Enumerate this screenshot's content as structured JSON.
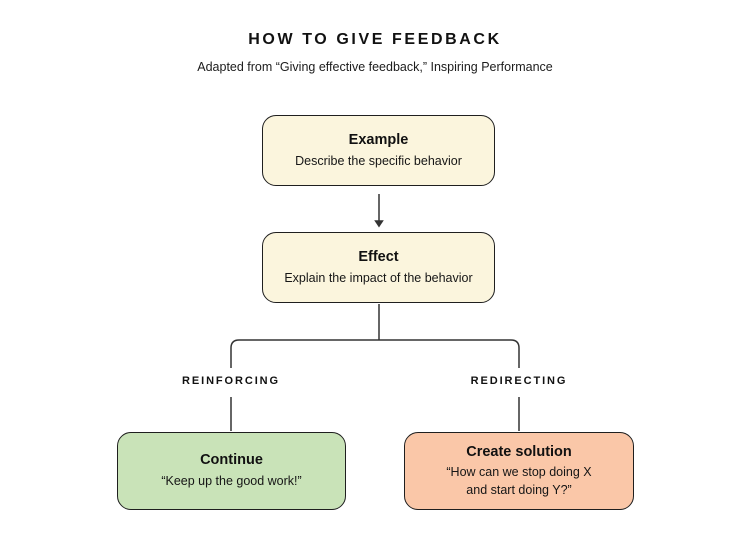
{
  "header": {
    "title": "HOW TO GIVE FEEDBACK",
    "subtitle": "Adapted from “Giving effective feedback,” Inspiring Performance"
  },
  "nodes": {
    "example": {
      "title": "Example",
      "description": "Describe the specific behavior"
    },
    "effect": {
      "title": "Effect",
      "description": "Explain the impact of the behavior"
    },
    "continue": {
      "title": "Continue",
      "description": "“Keep up the good work!”"
    },
    "create_solution": {
      "title": "Create solution",
      "description_lines": [
        "“How can we stop doing X",
        "and start doing Y?”"
      ]
    }
  },
  "branches": {
    "left_label": "REINFORCING",
    "right_label": "REDIRECTING"
  },
  "edges": [
    {
      "from": "example",
      "to": "effect",
      "style": "arrow"
    },
    {
      "from": "effect",
      "to": "continue",
      "via_label": "REINFORCING",
      "style": "line"
    },
    {
      "from": "effect",
      "to": "create_solution",
      "via_label": "REDIRECTING",
      "style": "line"
    }
  ],
  "colors": {
    "node_example_bg": "#FBF5DD",
    "node_effect_bg": "#FBF5DD",
    "node_continue_bg": "#C9E3B8",
    "node_create_solution_bg": "#FAC7A8",
    "border_color": "#1F1F1F",
    "connector_color": "#333333",
    "text_color": "#111111",
    "canvas_bg": "#FFFFFF"
  }
}
